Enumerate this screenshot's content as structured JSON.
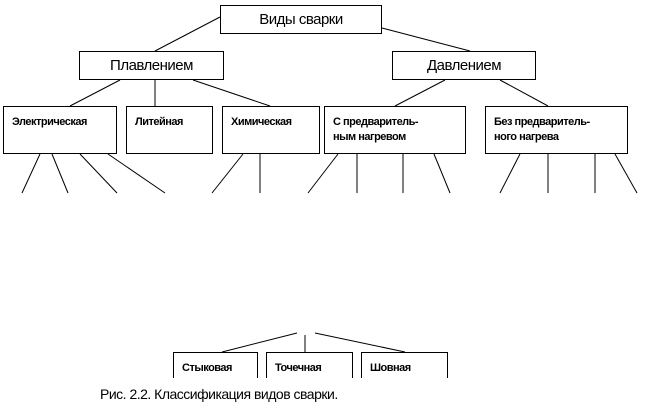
{
  "root": "Виды    сварки",
  "level1": [
    "Плавлением",
    "Давлением"
  ],
  "level2": [
    "Электрическая",
    "Литейная",
    "Химическая",
    "С предваритель-\nным нагревом",
    "Без предваритель-\nного нагрева"
  ],
  "level3": [
    "Стыковая",
    "Точечная",
    "Шовная"
  ],
  "caption": "Рис. 2.2. Классификация   видов сварки."
}
